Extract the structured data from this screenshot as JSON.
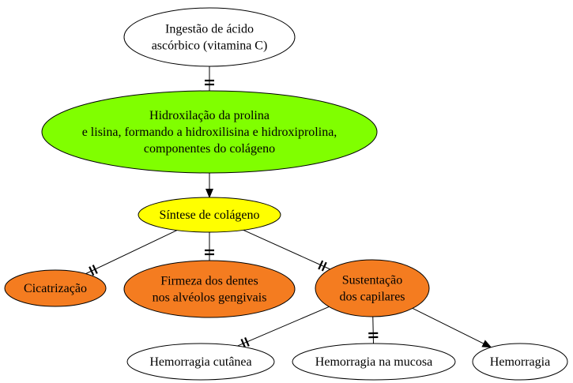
{
  "diagram": {
    "nodes": {
      "ingestao": {
        "lines": [
          "Ingestão de ácido",
          "ascórbico (vitamina C)"
        ],
        "fill": "#ffffff"
      },
      "hidroxilacao": {
        "lines": [
          "Hidroxilação da prolina",
          "e lisina, formando a hidroxilisina e hidroxiprolina,",
          "componentes do colágeno"
        ],
        "fill": "#80ff00"
      },
      "sintese": {
        "lines": [
          "Síntese de colágeno"
        ],
        "fill": "#ffff00"
      },
      "cicatrizacao": {
        "lines": [
          "Cicatrização"
        ],
        "fill": "#f47c20"
      },
      "firmeza": {
        "lines": [
          "Firmeza dos dentes",
          "nos alvéolos gengivais"
        ],
        "fill": "#f47c20"
      },
      "sustentacao": {
        "lines": [
          "Sustentação",
          "dos capilares"
        ],
        "fill": "#f47c20"
      },
      "hem_cutanea": {
        "lines": [
          "Hemorragia cutânea"
        ],
        "fill": "#ffffff"
      },
      "hem_mucosa": {
        "lines": [
          "Hemorragia na mucosa"
        ],
        "fill": "#ffffff"
      },
      "hemorragia": {
        "lines": [
          "Hemorragia"
        ],
        "fill": "#ffffff"
      }
    },
    "edges": [
      {
        "from": "ingestao",
        "to": "hidroxilacao",
        "marker": "parallel-bars"
      },
      {
        "from": "hidroxilacao",
        "to": "sintese",
        "marker": "arrow"
      },
      {
        "from": "sintese",
        "to": "cicatrizacao",
        "marker": "parallel-bars"
      },
      {
        "from": "sintese",
        "to": "firmeza",
        "marker": "parallel-bars"
      },
      {
        "from": "sintese",
        "to": "sustentacao",
        "marker": "parallel-bars"
      },
      {
        "from": "sustentacao",
        "to": "hem_cutanea",
        "marker": "parallel-bars"
      },
      {
        "from": "sustentacao",
        "to": "hem_mucosa",
        "marker": "parallel-bars"
      },
      {
        "from": "sustentacao",
        "to": "hemorragia",
        "marker": "arrow"
      }
    ]
  }
}
